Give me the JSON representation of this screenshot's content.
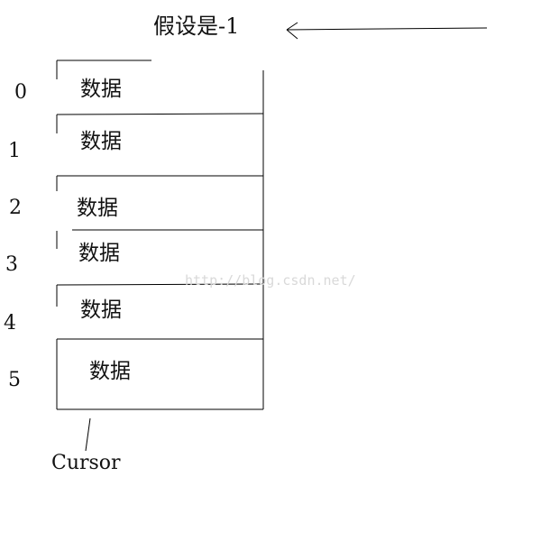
{
  "assumption_label": "假设是-1",
  "cursor_label": "Cursor",
  "watermark": "http://blog.csdn.net/",
  "rows": [
    {
      "index": "0",
      "text": "数据"
    },
    {
      "index": "1",
      "text": "数据"
    },
    {
      "index": "2",
      "text": "数据"
    },
    {
      "index": "3",
      "text": "数据"
    },
    {
      "index": "4",
      "text": "数据"
    },
    {
      "index": "5",
      "text": "数据"
    }
  ]
}
